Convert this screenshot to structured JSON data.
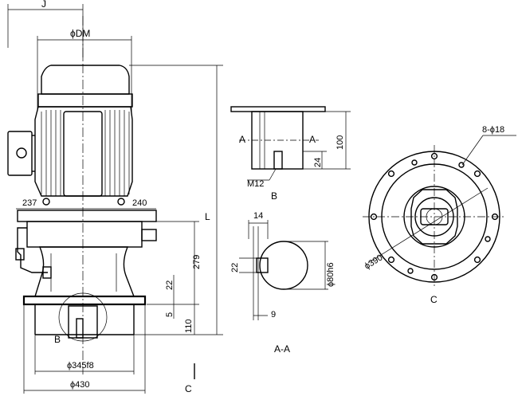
{
  "labels": {
    "j": "J",
    "dm": "ϕDM",
    "l": "L",
    "d237": "237",
    "d240": "240",
    "d279": "279",
    "d22a": "22",
    "d5": "5",
    "d110": "110",
    "b_left": "B",
    "d345": "ϕ345f8",
    "d430": "ϕ430",
    "c_left": "C",
    "a_left": "A",
    "a_right": "A",
    "d100": "100",
    "d24": "24",
    "m12": "M12",
    "b_detail": "B",
    "d14": "14",
    "d22b": "22",
    "d80": "ϕ80h6",
    "d9": "9",
    "aa": "A-A",
    "d8_18": "8-ϕ18",
    "d390": "ϕ390",
    "c_right": "C"
  }
}
